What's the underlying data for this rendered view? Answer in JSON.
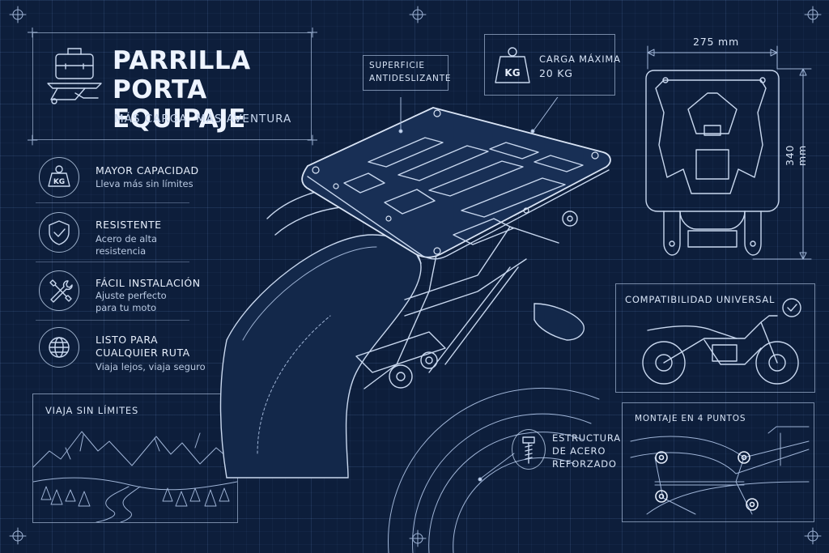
{
  "header": {
    "title_line1": "PARRILLA",
    "title_line2": "PORTA EQUIPAJE",
    "subtitle": "MÁS CARGA, MÁS AVENTURA"
  },
  "features": [
    {
      "title": "MAYOR CAPACIDAD",
      "desc_line1": "Lleva más sin límites",
      "desc_line2": "",
      "icon": "kg-weight-icon",
      "icon_text": "KG"
    },
    {
      "title": "RESISTENTE",
      "desc_line1": "Acero de alta",
      "desc_line2": "resistencia",
      "icon": "shield-check-icon"
    },
    {
      "title": "FÁCIL INSTALACIÓN",
      "desc_line1": "Ajuste perfecto",
      "desc_line2": "para tu moto",
      "icon": "tools-icon"
    },
    {
      "title_line1": "LISTO PARA",
      "title_line2": "CUALQUIER RUTA",
      "desc_line1": "Viaja lejos, viaja seguro",
      "icon": "globe-icon"
    }
  ],
  "callouts": {
    "surface_line1": "SUPERFICIE",
    "surface_line2": "ANTIDESLIZANTE",
    "max_load_line1": "CARGA MÁXIMA",
    "max_load_line2": "20 KG",
    "max_load_icon_text": "KG",
    "steel_line1": "ESTRUCTURA",
    "steel_line2": "DE ACERO",
    "steel_line3": "REFORZADO"
  },
  "dimensions": {
    "width": "275 mm",
    "height": "340 mm"
  },
  "panels": {
    "travel": "VIAJA SIN LÍMITES",
    "compat": "COMPATIBILIDAD UNIVERSAL",
    "mount": "MONTAJE EN 4 PUNTOS"
  },
  "colors": {
    "background": "#0d1e3b",
    "line": "#c9d8ef",
    "text": "#dbe6f7"
  }
}
